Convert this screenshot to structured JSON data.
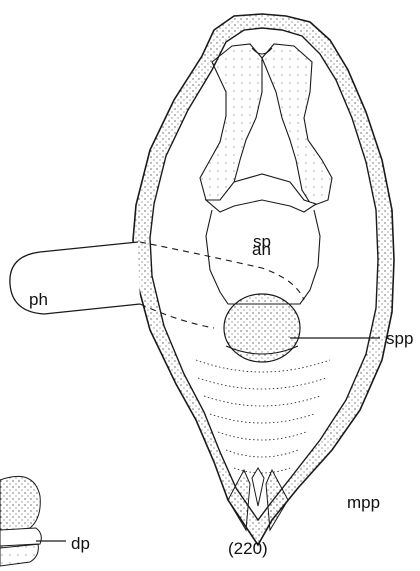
{
  "figure": {
    "labels": {
      "an": "an",
      "sp": "sp",
      "ph": "ph",
      "spp": "spp",
      "mpp": "mpp",
      "dp": "dp"
    },
    "figure_number": "(220)"
  },
  "colors": {
    "ink": "#1a1a1a",
    "background": "#ffffff"
  }
}
